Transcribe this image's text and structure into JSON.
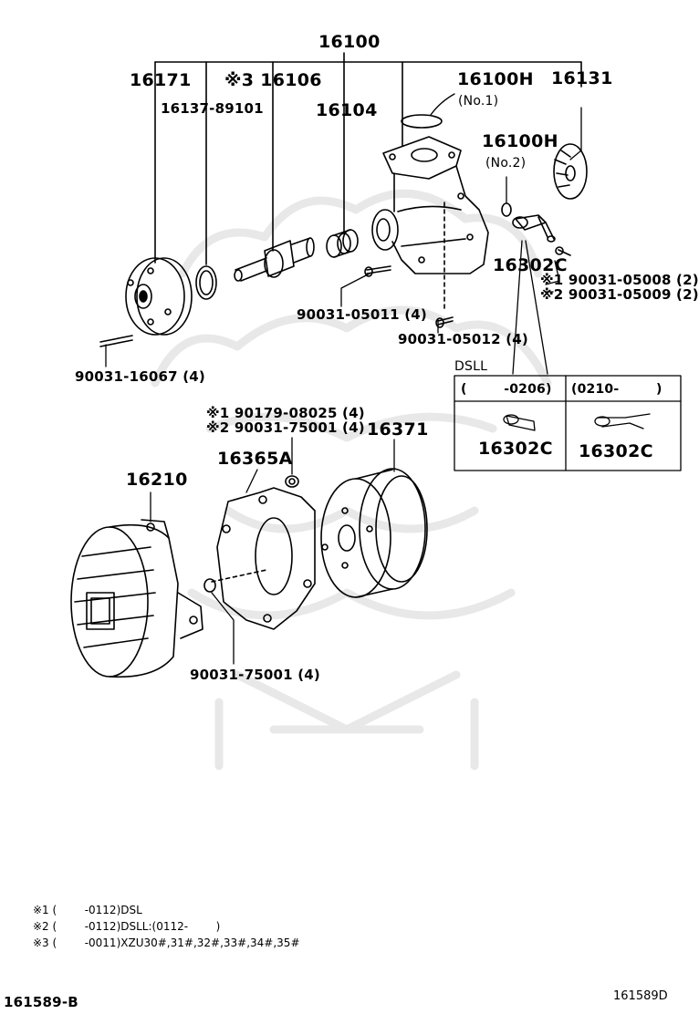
{
  "labels": {
    "p16100": "16100",
    "p16171": "16171",
    "p16106": "※3 16106",
    "p16137": "16137-89101",
    "p16104": "16104",
    "p16100h1": "16100H",
    "no1": "(No.1)",
    "p16131": "16131",
    "p16100h2": "16100H",
    "no2": "(No.2)",
    "p16302c": "16302C",
    "bolt_05008": "※1 90031-05008 (2)",
    "bolt_05009": "※2 90031-05009 (2)",
    "bolt_05011": "90031-05011 (4)",
    "bolt_05012": "90031-05012 (4)",
    "stud_16067": "90031-16067 (4)",
    "nut_08025": "※1 90179-08025 (4)",
    "nut_75001_top": "※2 90031-75001 (4)",
    "p16371": "16371",
    "p16365a": "16365A",
    "p16210": "16210",
    "nut_75001_bottom": "90031-75001 (4)"
  },
  "dsll_box": {
    "title": "DSLL",
    "col1_range": "(        -0206)",
    "col2_range": "(0210-        )",
    "col1_part": "16302C",
    "col2_part": "16302C"
  },
  "notes": [
    "※1 (        -0112)DSL",
    "※2 (        -0112)DSLL:(0112-        )",
    "※3 (        -0011)XZU30#,31#,32#,33#,34#,35#"
  ],
  "footer": {
    "left_code": "161589-B",
    "right_code": "161589D"
  }
}
